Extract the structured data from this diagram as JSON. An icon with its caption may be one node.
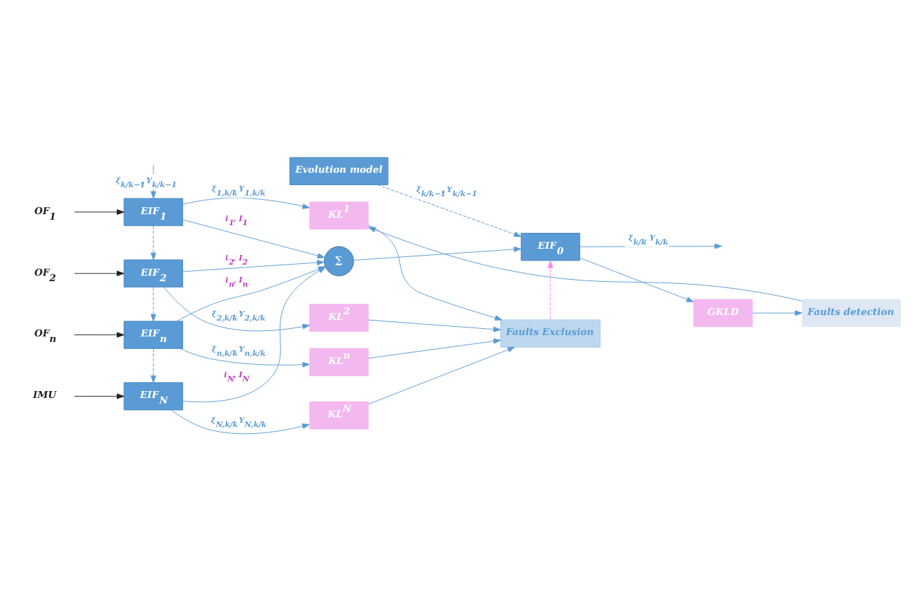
{
  "diagram": {
    "nodes": [
      {
        "text": [
          "Evolution model"
        ]
      },
      {
        "text": [
          "EIF$_{0}$"
        ]
      },
      {
        "text": [
          "GKLD"
        ]
      },
      {
        "text": [
          "Faults detection"
        ]
      },
      {
        "text": [
          "∑"
        ]
      },
      {
        "text": [
          "OF$_{1}$"
        ]
      },
      {
        "text": [
          "EIF$_{1}$"
        ]
      },
      {
        "text": [
          "KL$^{1}$"
        ]
      },
      {
        "text": [
          "OF$_{2}$"
        ]
      },
      {
        "text": [
          "EIF$_{2}$"
        ]
      },
      {
        "text": [
          "KL$^{2}$"
        ]
      },
      {
        "text": [
          "OF$_{n}$"
        ]
      },
      {
        "text": [
          "EIF$_{n}$"
        ]
      },
      {
        "text": [
          "KL$^{n}$"
        ]
      },
      {
        "text": [
          "IMU"
        ]
      },
      {
        "text": [
          "EIF$_{N}$"
        ]
      },
      {
        "text": [
          "KL$^{N}$"
        ]
      },
      {
        "text": [
          "Faults Exclusion"
        ]
      }
    ],
    "edges": [
      {
        "from": 0,
        "to": 1,
        "arrow": "to",
        "style": "dashed",
        "label": "ξ$_{k/k−1}$, Y$_{k/k−1}$"
      },
      {
        "from": 4,
        "to": 1,
        "arrow": "to"
      },
      {
        "from": 1,
        "to": 2,
        "arrow": "to"
      },
      {
        "from": 1,
        "to": null,
        "arrow": "to",
        "label": "ξ$_{k/k}$, Y$_{k/k}$"
      },
      {
        "from": 2,
        "to": 3,
        "arrow": "to"
      },
      {
        "from": 3,
        "to": 7,
        "arrow": "to"
      },
      {
        "from": 17,
        "to": 1,
        "arrow": "to",
        "style": "dashed",
        "color": "#f08cf0"
      },
      {
        "from": null,
        "to": 6,
        "arrow": "to",
        "label": "ξ$_{k/k−1}$, Y$_{k/k−1}$"
      },
      {
        "from": 5,
        "to": 6,
        "arrow": "to",
        "color": "#222222"
      },
      {
        "from": 8,
        "to": 9,
        "arrow": "to",
        "color": "#222222"
      },
      {
        "from": 11,
        "to": 12,
        "arrow": "to",
        "color": "#222222"
      },
      {
        "from": 14,
        "to": 15,
        "arrow": "to",
        "color": "#222222"
      },
      {
        "from": 6,
        "to": 9,
        "arrow": "to",
        "style": "dashed"
      },
      {
        "from": 9,
        "to": 12,
        "arrow": "to",
        "style": "dashed"
      },
      {
        "from": 12,
        "to": 15,
        "arrow": "to",
        "style": "dashed"
      },
      {
        "from": 6,
        "to": 7,
        "arrow": "to",
        "label": "ξ$_{1,k/k}$, Y$_{1,k/k}$"
      },
      {
        "from": 9,
        "to": 10,
        "arrow": "to",
        "label": "ξ$_{2,k/k}$, Y$_{2,k/k}$"
      },
      {
        "from": 12,
        "to": 13,
        "arrow": "to",
        "label": "ξ$_{n,k/k}$, Y$_{n,k/k}$"
      },
      {
        "from": 15,
        "to": 16,
        "arrow": "to",
        "label": "ξ$_{N,k/k}$, Y$_{N,k/k}$"
      },
      {
        "from": 6,
        "to": 4,
        "arrow": "to",
        "label": "i$_{1}$, I$_{1}$"
      },
      {
        "from": 9,
        "to": 4,
        "arrow": "to",
        "label": "i$_{2}$, I$_{2}$"
      },
      {
        "from": 12,
        "to": 4,
        "arrow": "to",
        "label": "i$_{n}$, I$_{n}$"
      },
      {
        "from": 15,
        "to": 4,
        "arrow": "to",
        "label": "i$_{N}$, I$_{N}$"
      },
      {
        "from": 7,
        "to": 17,
        "arrow": "to"
      },
      {
        "from": 10,
        "to": 17,
        "arrow": "to"
      },
      {
        "from": 13,
        "to": 17,
        "arrow": "to"
      },
      {
        "from": 16,
        "to": 17,
        "arrow": "to"
      }
    ]
  }
}
